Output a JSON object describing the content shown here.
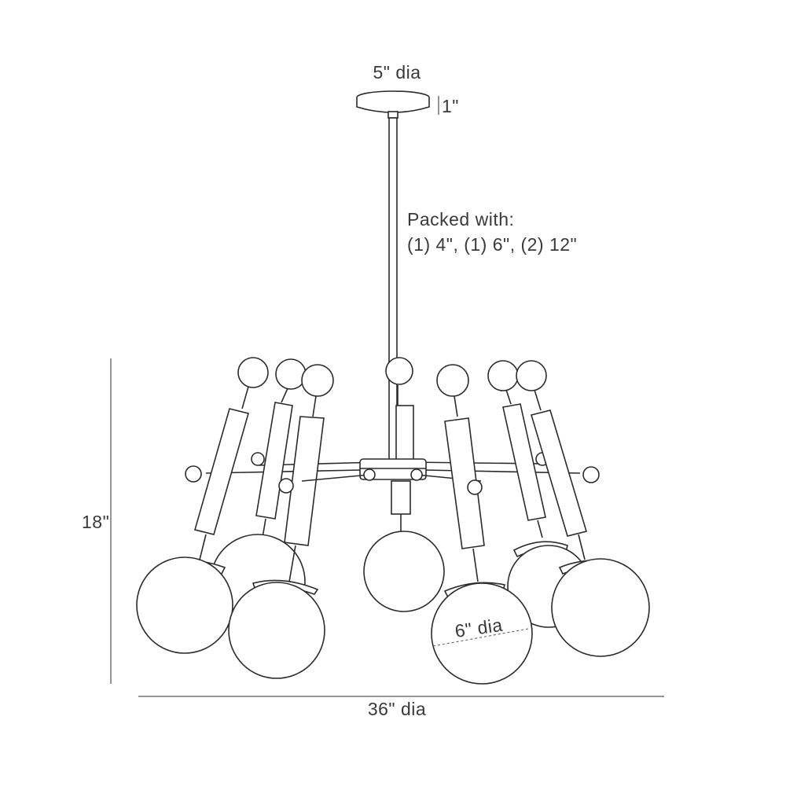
{
  "dimensions": {
    "canopy_diameter": "5\" dia",
    "canopy_height": "1\"",
    "overall_height": "18\"",
    "overall_diameter": "36\" dia",
    "globe_diameter": "6\" dia"
  },
  "note": {
    "line1": "Packed with:",
    "line2": "(1) 4\", (1) 6\", (2) 12\""
  }
}
